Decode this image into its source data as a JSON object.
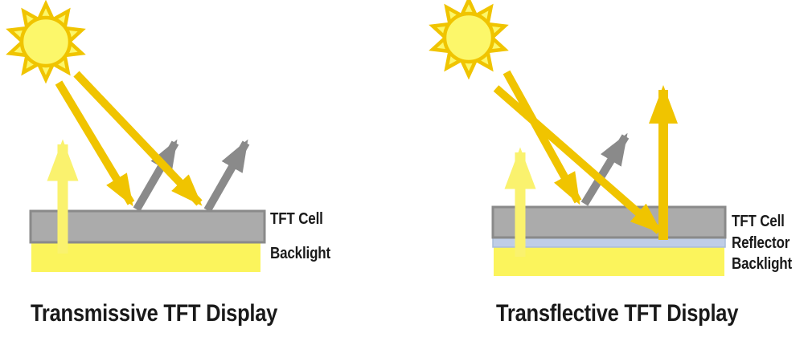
{
  "title": "TFT display illumination comparison diagram",
  "colors": {
    "gold": "#F0C400",
    "pale_yellow": "#FAF26E",
    "sun_disc": "#FCF76A",
    "sun_ray": "#FCF76A",
    "tft_gray": "#ABABAB",
    "gray_border": "#8A8A8A",
    "gray_arrow": "#8A8A8A",
    "backlight_yellow": "#FBF45C",
    "reflector_blue": "#BFCDE6",
    "text": "#1A1A1A"
  },
  "left_diagram": {
    "caption": "Transmissive TFT Display",
    "labels": {
      "tft_cell": "TFT Cell",
      "backlight": "Backlight"
    }
  },
  "right_diagram": {
    "caption": "Transflective TFT Display",
    "labels": {
      "tft_cell": "TFT Cell",
      "reflector": "Reflector",
      "backlight": "Backlight"
    }
  }
}
